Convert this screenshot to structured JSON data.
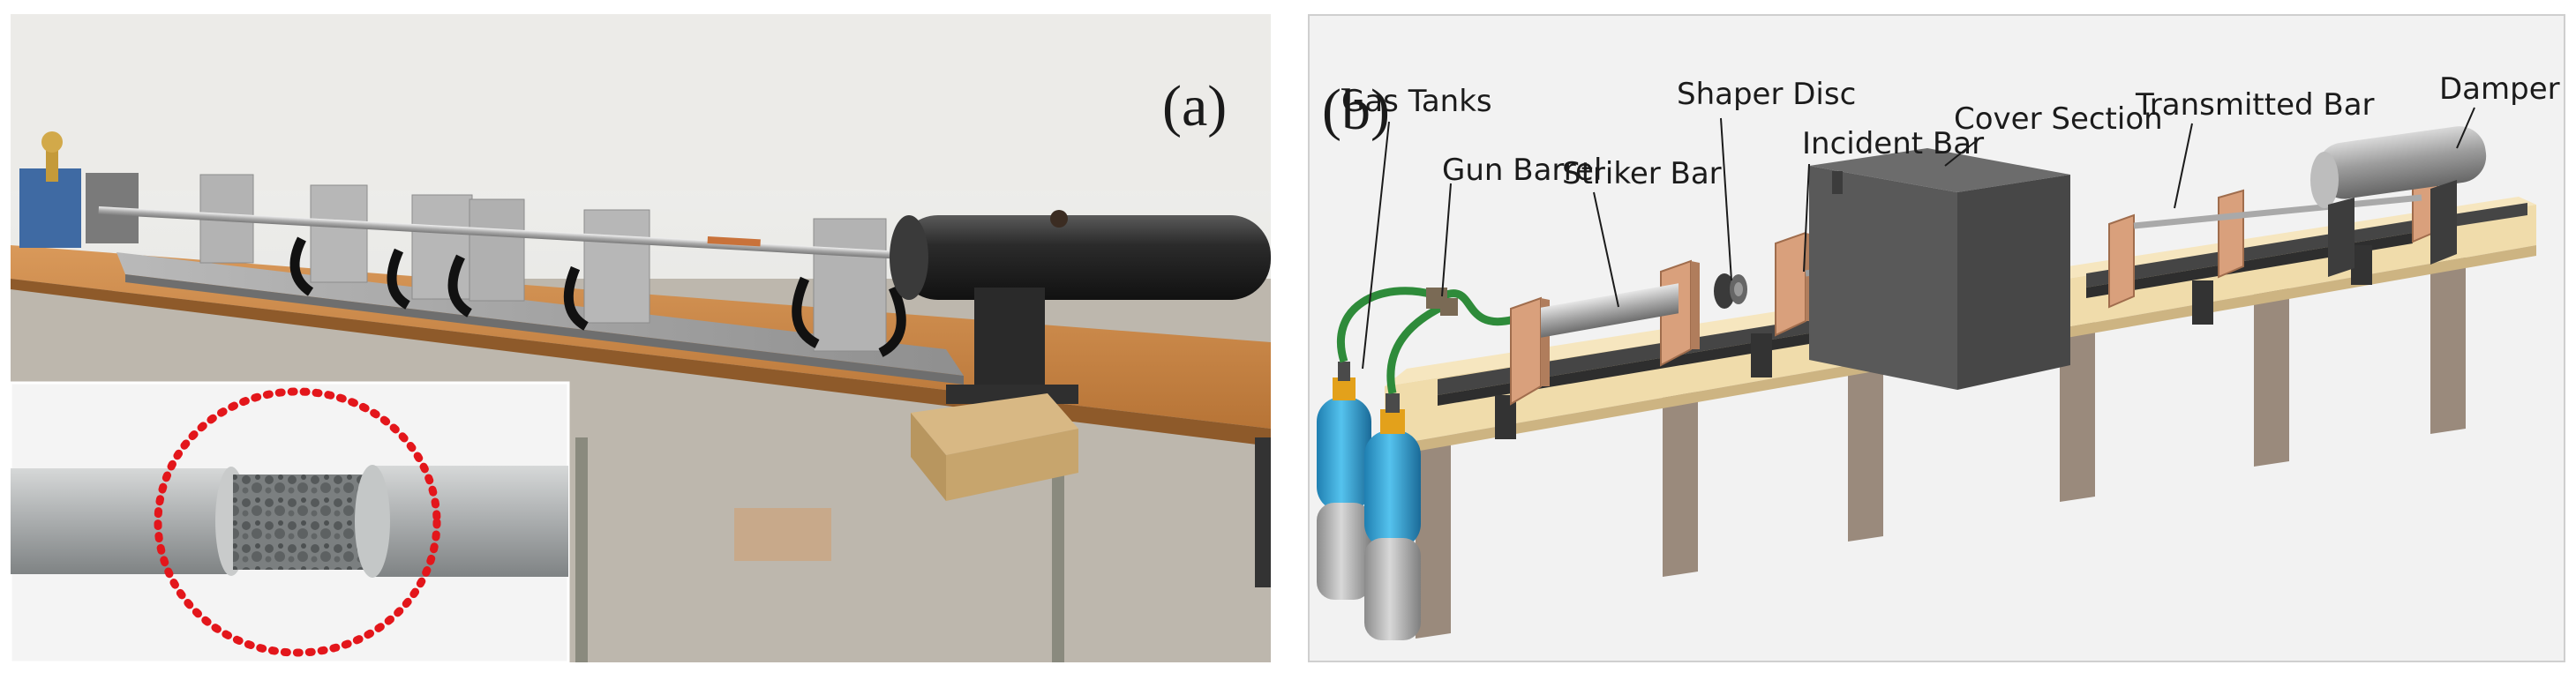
{
  "panel_a": {
    "tag": "(a)"
  },
  "panel_b": {
    "tag": "(b)",
    "labels": {
      "gas_tanks": "Gas Tanks",
      "gun_barrel": "Gun Barrel",
      "striker_bar": "Striker Bar",
      "shaper_disc": "Shaper Disc",
      "incident_bar": "Incident Bar",
      "cover_section": "Cover Section",
      "transmitted_bar": "Transmitted Bar",
      "damper": "Damper"
    }
  },
  "colors": {
    "bench_wood": "#c9874a",
    "plate_steel": "#a8a8a8",
    "tank_blue": "#3aa7d6",
    "hose_green": "#2e8b3a",
    "support_plate": "#d9a07c",
    "cover_box": "#5a5a5a",
    "table_top": "#f0dcab",
    "highlight_ring": "#e3161b"
  }
}
